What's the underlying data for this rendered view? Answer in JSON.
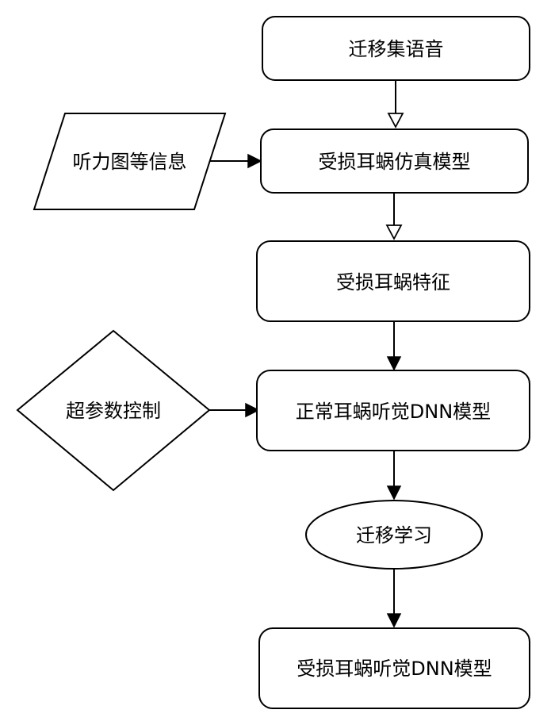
{
  "colors": {
    "stroke": "#000000",
    "fill": "#ffffff",
    "text": "#000000"
  },
  "nodes": {
    "transfer_speech": {
      "label": "迁移集语音"
    },
    "damaged_cochlea_sim_model": {
      "label": "受损耳蜗仿真模型"
    },
    "audiogram_info": {
      "label": "听力图等信息"
    },
    "damaged_cochlea_features": {
      "label": "受损耳蜗特征"
    },
    "hyperparameter_control": {
      "label": "超参数控制"
    },
    "normal_cochlea_dnn": {
      "label": "正常耳蜗听觉DNN模型"
    },
    "transfer_learning": {
      "label": "迁移学习"
    },
    "damaged_cochlea_dnn": {
      "label": "受损耳蜗听觉DNN模型"
    }
  }
}
